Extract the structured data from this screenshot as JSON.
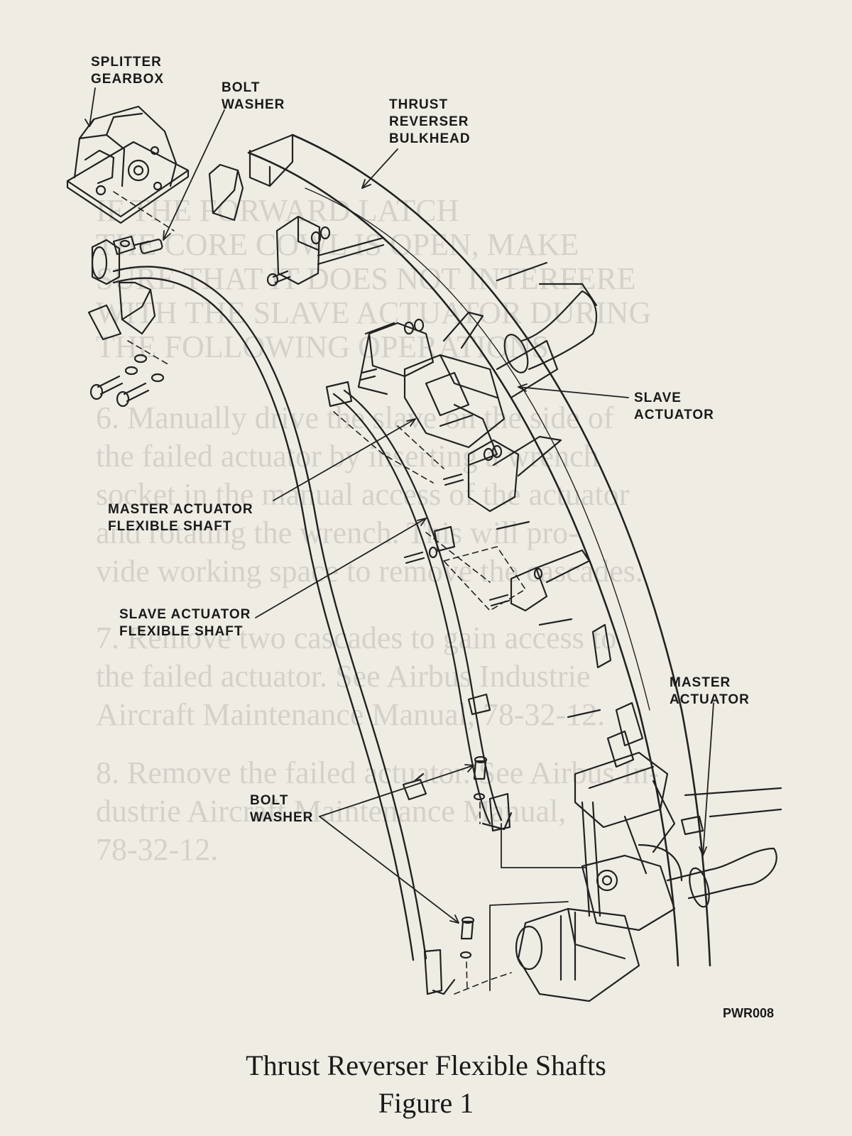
{
  "labels": {
    "splitter_gearbox": [
      "SPLITTER",
      "GEARBOX"
    ],
    "bolt_washer_top": [
      "BOLT",
      "WASHER"
    ],
    "thrust_reverser_bulkhead": [
      "THRUST",
      "REVERSER",
      "BULKHEAD"
    ],
    "slave_actuator": [
      "SLAVE",
      "ACTUATOR"
    ],
    "master_actuator_flexible_shaft": [
      "MASTER ACTUATOR",
      "FLEXIBLE SHAFT"
    ],
    "slave_actuator_flexible_shaft": [
      "SLAVE ACTUATOR",
      "FLEXIBLE SHAFT"
    ],
    "master_actuator": [
      "MASTER",
      "ACTUATOR"
    ],
    "bolt_washer_bottom": [
      "BOLT",
      "WASHER"
    ]
  },
  "drawing_code": "PWR008",
  "caption": {
    "title": "Thrust Reverser Flexible Shafts",
    "figure": "Figure 1"
  },
  "bleed_through_text": [
    "IF THE FORWARD LATCH",
    "THE CORE COWL IS OPEN, MAKE",
    "SURE THAT IT DOES NOT INTERFERE",
    "WITH THE SLAVE ACTUATOR DURING",
    "THE FOLLOWING OPERATIONS.",
    "6. Manually drive the slave on the side of",
    "the failed actuator by inserting a wrench",
    "socket in the manual access of the actuator",
    "and rotating the wrench. This will pro-",
    "vide working space to remove the cascades.",
    "7. Remove two cascades to gain access to",
    "the failed actuator. See Airbus Industrie",
    "Aircraft Maintenance Manual, 78-32-12.",
    "8. Remove the failed actuator. See Airbus In-",
    "dustrie Aircraft Maintenance Manual,",
    "78-32-12."
  ]
}
